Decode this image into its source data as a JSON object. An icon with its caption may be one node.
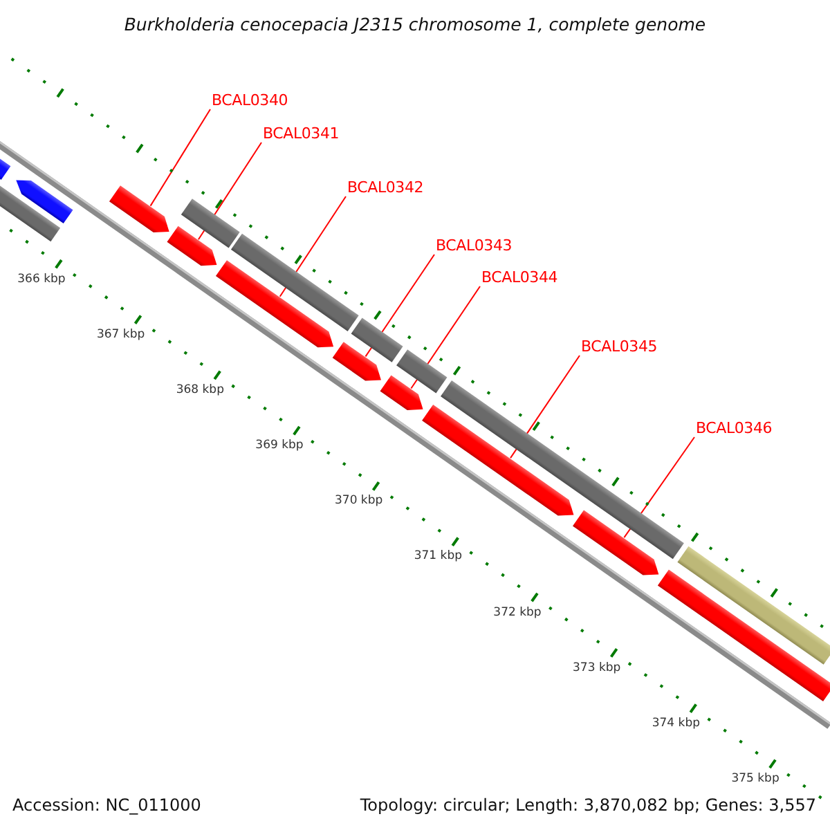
{
  "diagram": {
    "title": "Burkholderia cenocepacia J2315 chromosome 1, complete genome",
    "nodes": [
      {
        "text": [
          "BCAL0340"
        ]
      },
      {
        "text": [
          "BCAL0341"
        ]
      },
      {
        "text": [
          "BCAL0342"
        ]
      },
      {
        "text": [
          "BCAL0343"
        ]
      },
      {
        "text": [
          "BCAL0344"
        ]
      },
      {
        "text": [
          "BCAL0345"
        ]
      },
      {
        "text": [
          "BCAL0346"
        ]
      },
      {
        "text": [],
        "shape": "arrow"
      },
      {
        "text": [],
        "shape": "arrow"
      },
      {
        "text": [],
        "shape": "arrow"
      },
      {
        "text": [],
        "shape": "arrow"
      },
      {
        "text": [],
        "shape": "arrow"
      },
      {
        "text": [],
        "shape": "arrow"
      },
      {
        "text": [],
        "shape": "arrow"
      },
      {
        "text": [],
        "shape": "arrow"
      },
      {
        "text": [],
        "shape": "arrow"
      },
      {
        "text": [],
        "shape": "bar"
      },
      {
        "text": [],
        "shape": "bar"
      },
      {
        "text": [],
        "shape": "bar"
      },
      {
        "text": [],
        "shape": "bar"
      },
      {
        "text": [],
        "shape": "bar"
      },
      {
        "text": [],
        "shape": "bar"
      },
      {
        "text": [],
        "shape": "bar"
      },
      {
        "text": [],
        "shape": "bar"
      }
    ],
    "edges": [
      {
        "from": 0,
        "to": 7,
        "arrow": "none"
      },
      {
        "from": 1,
        "to": 8,
        "arrow": "none"
      },
      {
        "from": 2,
        "to": 9,
        "arrow": "none"
      },
      {
        "from": 3,
        "to": 10,
        "arrow": "none"
      },
      {
        "from": 4,
        "to": 11,
        "arrow": "none"
      },
      {
        "from": 5,
        "to": 12,
        "arrow": "none"
      },
      {
        "from": 6,
        "to": 13,
        "arrow": "none"
      }
    ],
    "labels": [
      "366 kbp",
      "367 kbp",
      "368 kbp",
      "369 kbp",
      "370 kbp",
      "371 kbp",
      "372 kbp",
      "373 kbp",
      "374 kbp",
      "375 kbp",
      "Accession: NC_011000",
      "Topology: circular; Length: 3,870,082 bp; Genes: 3,557"
    ]
  }
}
